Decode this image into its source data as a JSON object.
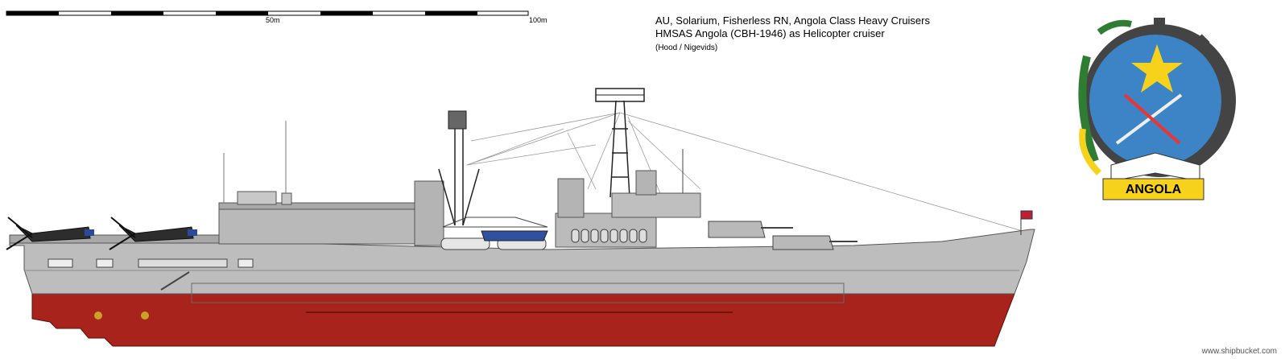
{
  "title": {
    "line1": "AU, Solarium, Fisherless RN, Angola Class Heavy Cruisers",
    "line2": "HMSAS Angola (CBH-1946) as Helicopter cruiser",
    "line3": "(Hood / Nigevids)"
  },
  "scale": {
    "mark_50": "50m",
    "mark_100": "100m"
  },
  "emblem": {
    "banner_text": "ANGOLA"
  },
  "credit": "www.shipbucket.com",
  "colors": {
    "hull_grey": "#b9b9b9",
    "lower_hull_red": "#a8231b",
    "emblem_blue": "#3c84c6",
    "emblem_yellow": "#f7d21c",
    "emblem_gear": "#444444",
    "leaf_green": "#2e7d32"
  }
}
